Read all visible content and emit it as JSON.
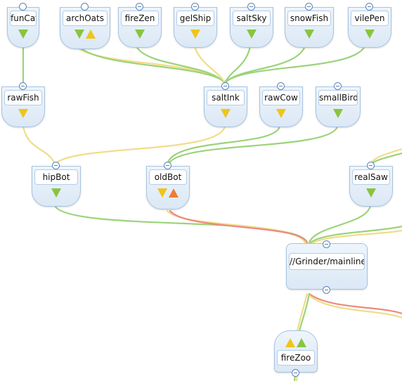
{
  "nodes": [
    {
      "id": "funCat",
      "label": "funCat",
      "status": "green"
    },
    {
      "id": "archOats",
      "label": "archOats",
      "status": "yellow-green"
    },
    {
      "id": "fireZen",
      "label": "fireZen",
      "status": "green"
    },
    {
      "id": "gelShip",
      "label": "gelShip",
      "status": "yellow"
    },
    {
      "id": "saltSky",
      "label": "saltSky",
      "status": "green"
    },
    {
      "id": "snowFish",
      "label": "snowFish",
      "status": "green"
    },
    {
      "id": "vilePen",
      "label": "vilePen",
      "status": "green"
    },
    {
      "id": "rawFish",
      "label": "rawFish",
      "status": "yellow"
    },
    {
      "id": "saltInk",
      "label": "saltInk",
      "status": "yellow"
    },
    {
      "id": "rawCow",
      "label": "rawCow",
      "status": "yellow"
    },
    {
      "id": "smallBird",
      "label": "smallBird",
      "status": "green"
    },
    {
      "id": "hipBot",
      "label": "hipBot",
      "status": "green"
    },
    {
      "id": "oldBot",
      "label": "oldBot",
      "status": "yellow-orange"
    },
    {
      "id": "realSaw",
      "label": "realSaw",
      "status": "green"
    },
    {
      "id": "mainline",
      "label": "//Grinder/mainline",
      "status": "none"
    },
    {
      "id": "fireZoo",
      "label": "fireZoo",
      "status": "yellow-green-up"
    }
  ],
  "colors": {
    "green": "#9bd37a",
    "yellow": "#f1dc86",
    "red": "#ec8a80",
    "node_border": "#a9c4e0",
    "port_border": "#5b84b8"
  }
}
